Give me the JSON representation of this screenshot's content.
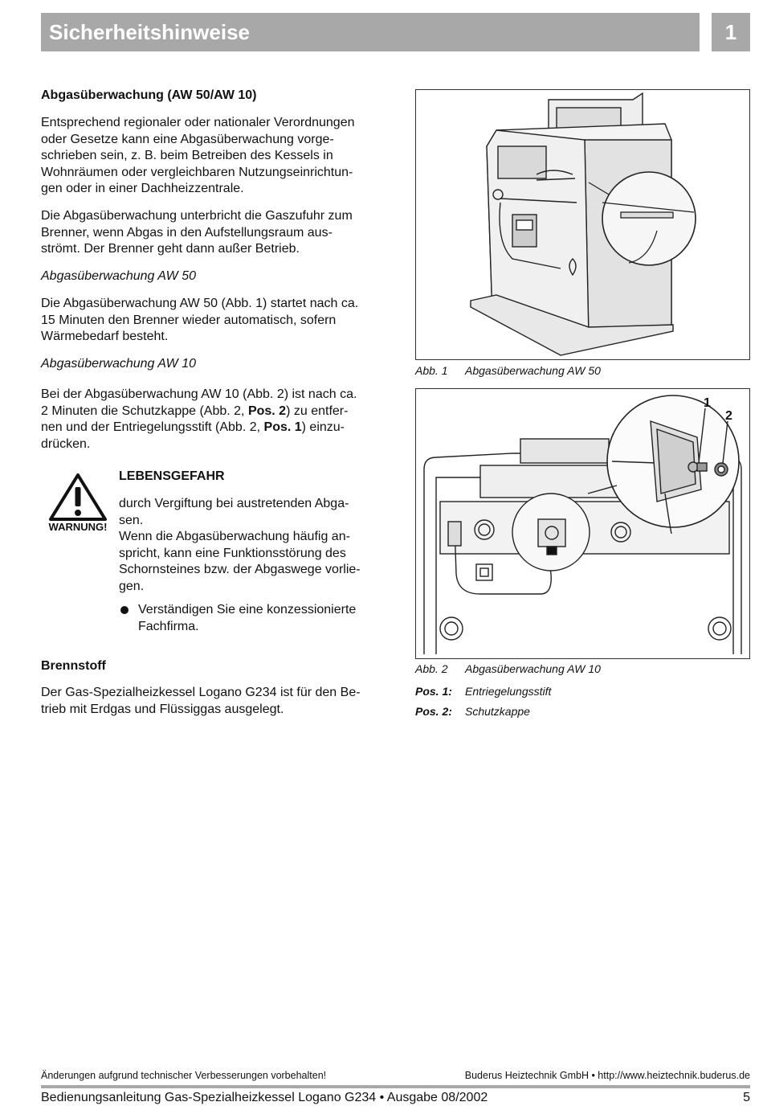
{
  "header": {
    "title": "Sicherheitshinweise",
    "chapter": "1"
  },
  "left": {
    "heading1": "Abgasüberwachung (AW 50/AW 10)",
    "para1": [
      "Entsprechend regionaler oder nationaler Verordnungen",
      "oder Gesetze kann eine Abgasüberwachung vorge-",
      "schrieben sein, z. B. beim Betreiben des Kessels in",
      "Wohnräumen oder vergleichbaren Nutzungseinrichtun-",
      "gen oder in einer Dachheizzentrale."
    ],
    "para2": [
      "Die Abgasüberwachung unterbricht die Gaszufuhr zum",
      "Brenner, wenn Abgas in den Aufstellungsraum aus-",
      "strömt. Der Brenner geht dann außer Betrieb."
    ],
    "sub1": "Abgasüberwachung AW 50",
    "para3": [
      "Die Abgasüberwachung AW 50 (Abb. 1) startet nach ca.",
      "15 Minuten den Brenner wieder automatisch, sofern",
      "Wärmebedarf besteht."
    ],
    "sub2": "Abgasüberwachung AW 10",
    "para4": {
      "l1": "Bei der Abgasüberwachung AW 10 (Abb. 2) ist nach ca.",
      "l2a": "2 Minuten die Schutzkappe (Abb. 2, ",
      "l2b": "Pos. 2",
      "l2c": ") zu entfer-",
      "l3a": "nen und der Entriegelungsstift (Abb. 2, ",
      "l3b": "Pos. 1",
      "l3c": ") einzu-",
      "l4": "drücken."
    },
    "warning": {
      "label": "WARNUNG!",
      "title": "LEBENSGEFAHR",
      "lines": [
        "durch Vergiftung bei austretenden Abga-",
        "sen.",
        "Wenn die Abgasüberwachung häufig an-",
        "spricht, kann eine Funktionsstörung des",
        "Schornsteines bzw. der Abgaswege vorlie-",
        "gen."
      ],
      "bullet": [
        "Verständigen Sie eine konzessionierte",
        "Fachfirma."
      ]
    },
    "heading2": "Brennstoff",
    "para5": [
      "Der Gas-Spezialheizkessel Logano G234 ist für den Be-",
      "trieb mit Erdgas und Flüssiggas ausgelegt."
    ]
  },
  "figures": {
    "fig1": {
      "label": "Abb. 1",
      "caption": "Abgasüberwachung AW 50"
    },
    "fig2": {
      "label": "Abb. 2",
      "caption": "Abgasüberwachung AW 10",
      "callout1": "1",
      "callout2": "2"
    },
    "pos": [
      {
        "key": "Pos. 1:",
        "text": "Entriegelungsstift"
      },
      {
        "key": "Pos. 2:",
        "text": "Schutzkappe"
      }
    ]
  },
  "footer": {
    "left": "Änderungen aufgrund technischer Verbesserungen vorbehalten!",
    "right": "Buderus Heiztechnik GmbH • http://www.heiztechnik.buderus.de",
    "title": "Bedienungsanleitung Gas-Spezialheizkessel Logano G234 • Ausgabe 08/2002",
    "page": "5"
  }
}
